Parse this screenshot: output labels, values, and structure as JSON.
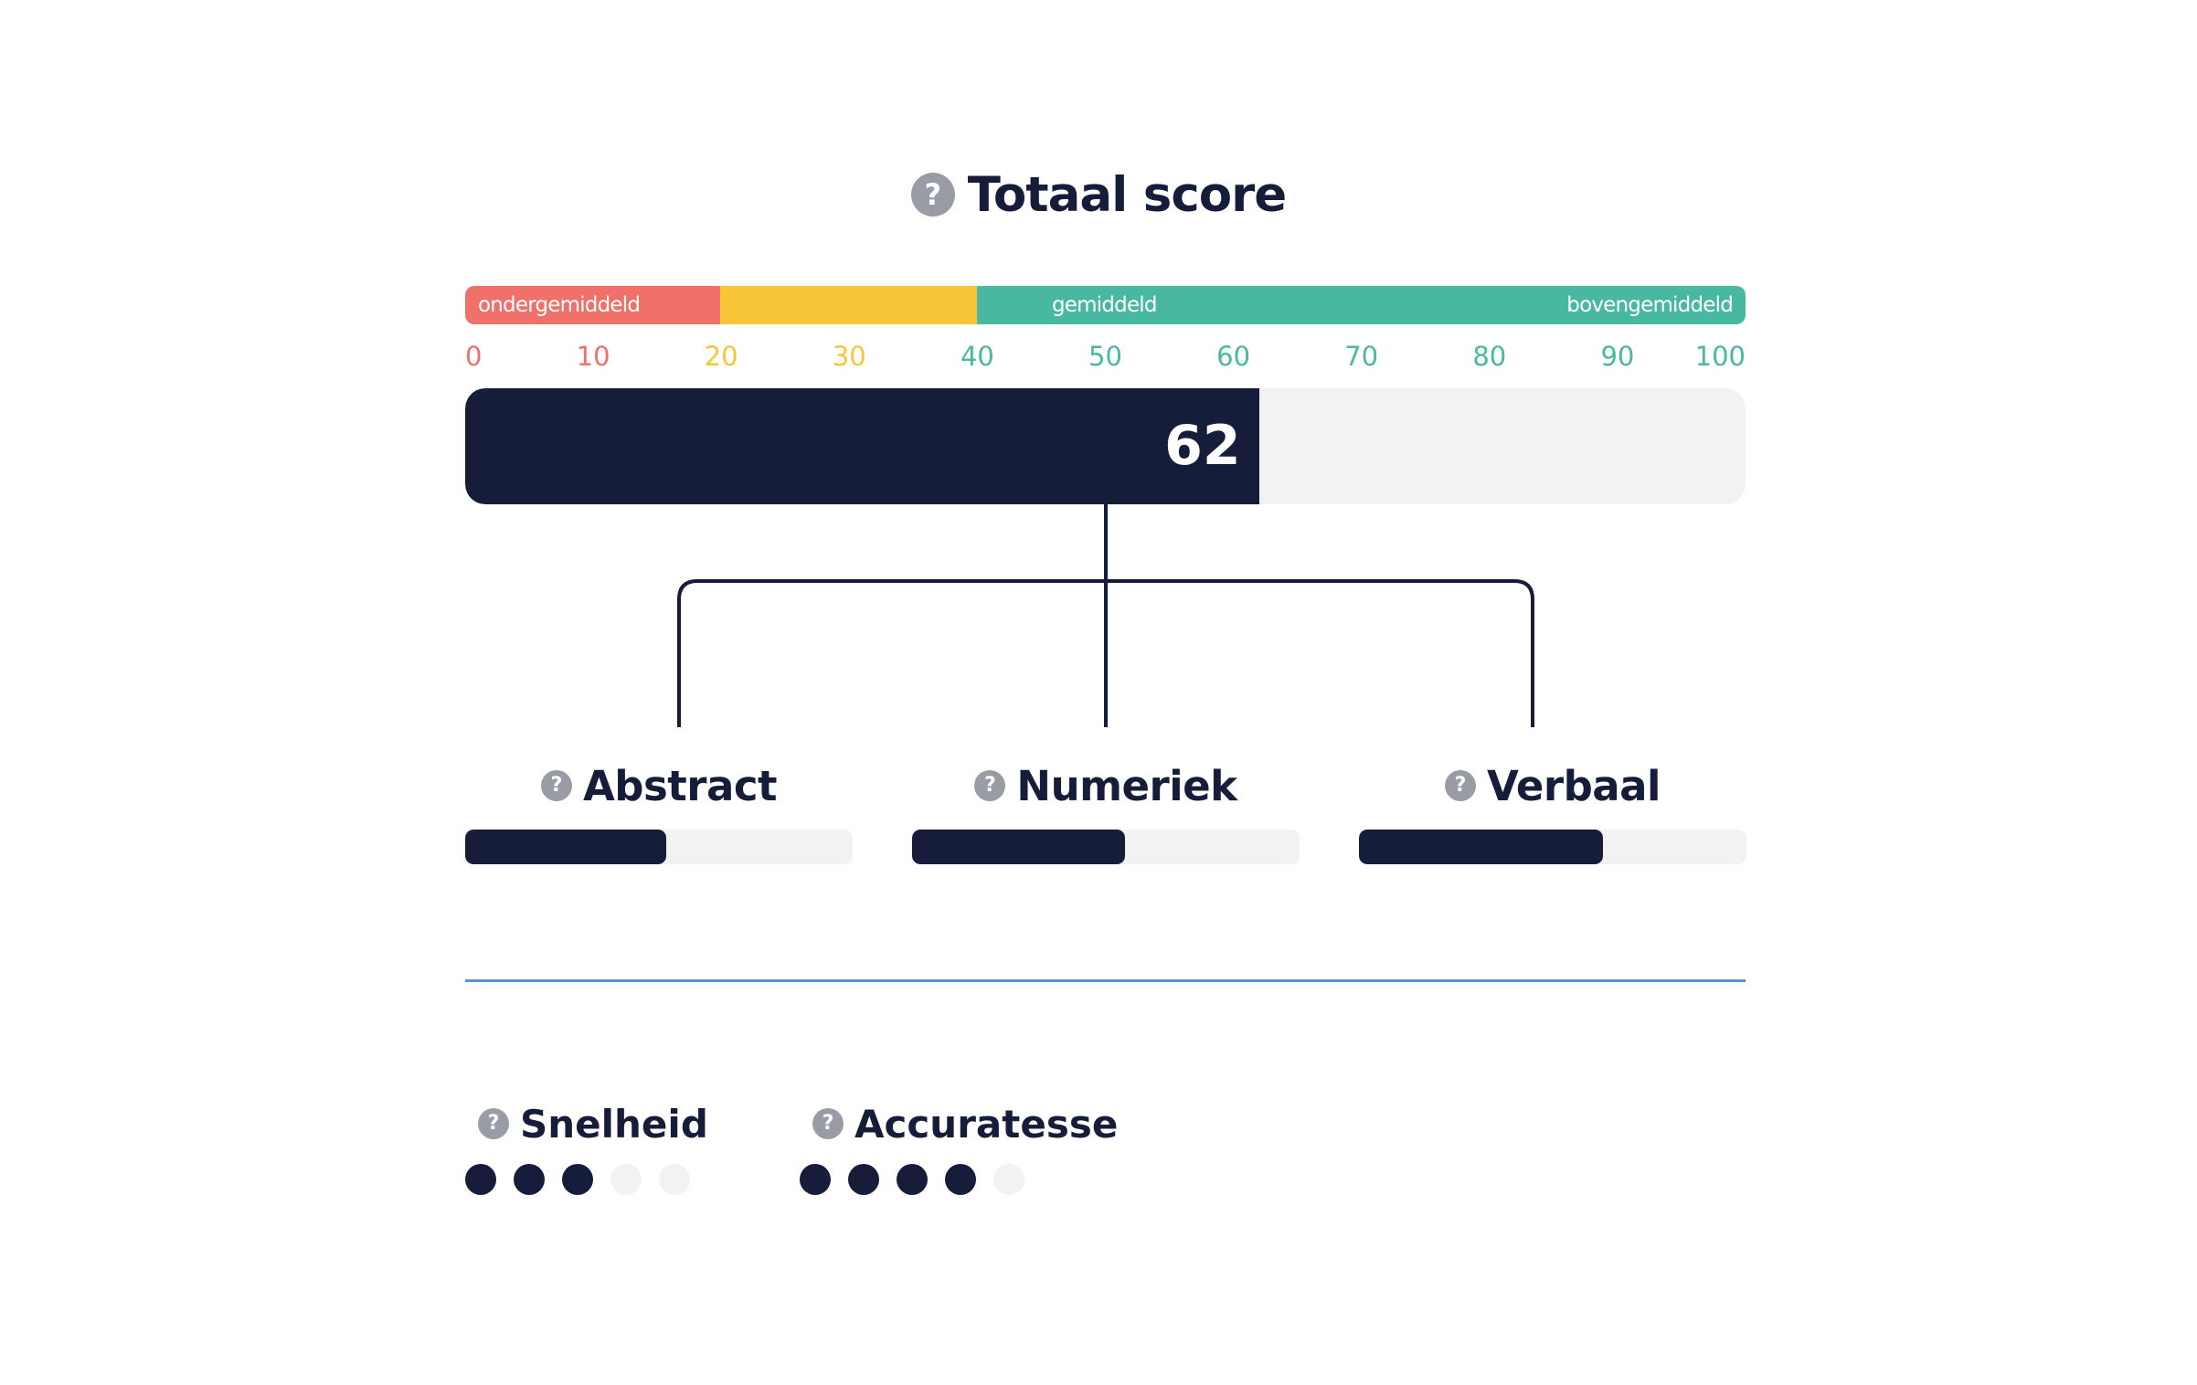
{
  "header": {
    "title": "Totaal score",
    "help_icon": "question-circle-icon",
    "help_glyph": "?"
  },
  "range_labels": {
    "below": "ondergemiddeld",
    "average": "gemiddeld",
    "above": "bovengemiddeld"
  },
  "scale_ticks": [
    "0",
    "10",
    "20",
    "30",
    "40",
    "50",
    "60",
    "70",
    "80",
    "90",
    "100"
  ],
  "total_score": {
    "value": 62,
    "label": "62",
    "max": 100
  },
  "subscores": [
    {
      "name": "Abstract",
      "fraction": 0.52
    },
    {
      "name": "Numeriek",
      "fraction": 0.55
    },
    {
      "name": "Verbaal",
      "fraction": 0.63
    }
  ],
  "metrics": [
    {
      "name": "Snelheid",
      "filled": 3,
      "total": 5
    },
    {
      "name": "Accuratesse",
      "filled": 4,
      "total": 5
    }
  ],
  "colors": {
    "below": "#f2706a",
    "warning": "#f7c537",
    "average": "#48b9a0",
    "dark": "#161d3a",
    "track": "#f2f2f2",
    "divider": "#5b8ee6",
    "help_icon": "#9a9ca5"
  }
}
